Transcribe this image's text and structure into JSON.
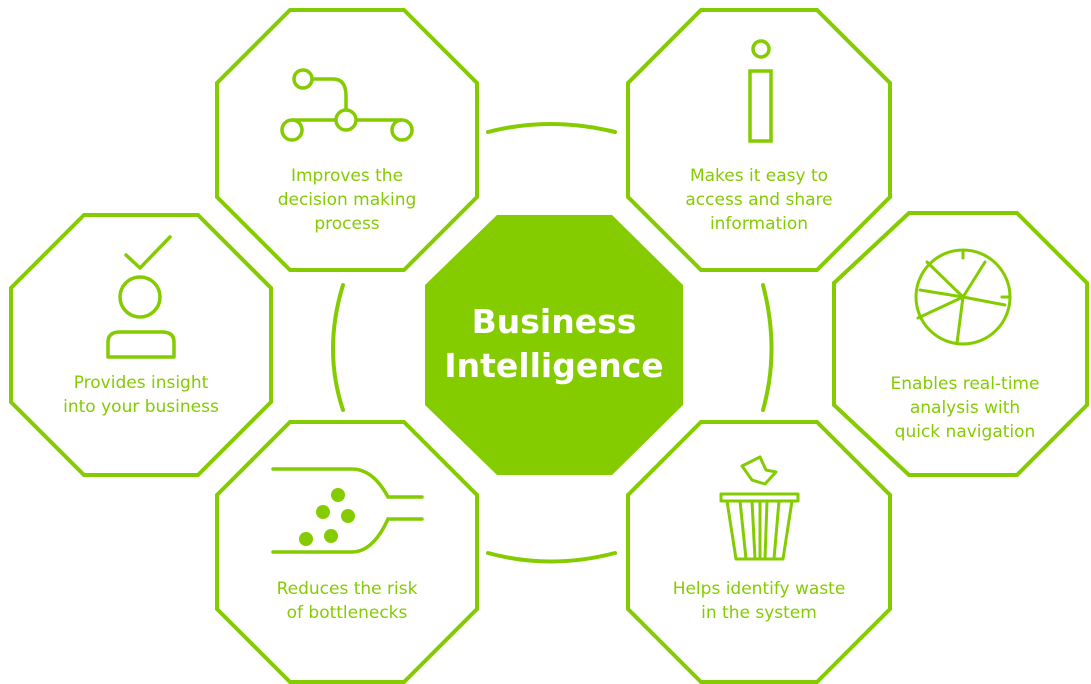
{
  "diagram": {
    "colors": {
      "accent": "#84cc00",
      "background": "#ffffff",
      "center_text": "#ffffff"
    },
    "center": {
      "line1": "Business",
      "line2": "Intelligence"
    },
    "nodes": [
      {
        "icon": "path-nodes-icon",
        "lines": [
          "Improves the",
          "decision making",
          "process"
        ]
      },
      {
        "icon": "info-icon",
        "lines": [
          "Makes it easy to",
          "access and share",
          "information"
        ]
      },
      {
        "icon": "person-check-icon",
        "lines": [
          "Provides insight",
          "into your business"
        ]
      },
      {
        "icon": "clock-chart-icon",
        "lines": [
          "Enables real-time",
          "analysis with",
          "quick  navigation"
        ]
      },
      {
        "icon": "funnel-dots-icon",
        "lines": [
          "Reduces the risk",
          "of bottlenecks"
        ]
      },
      {
        "icon": "trash-bin-icon",
        "lines": [
          "Helps identify waste",
          "in the system"
        ]
      }
    ]
  }
}
